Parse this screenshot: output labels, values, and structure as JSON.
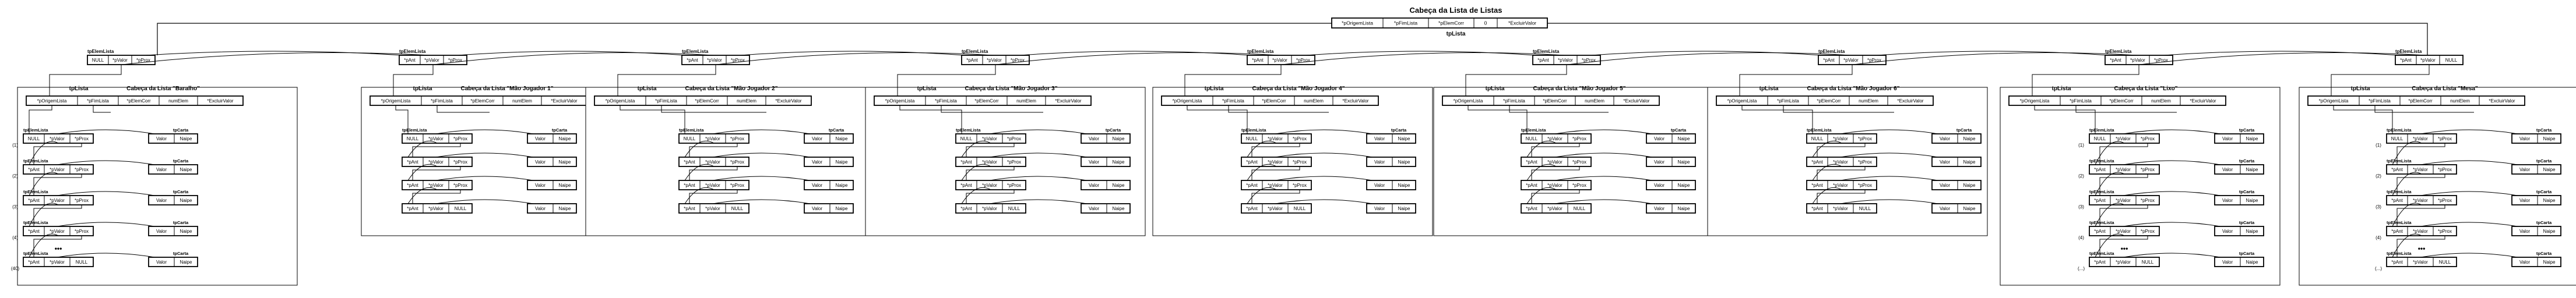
{
  "head": {
    "title": "Cabeça da Lista de Listas",
    "fields": [
      "*pOrigemLista",
      "*pFimLista",
      "*pElemCorr",
      "0",
      "*ExcluirValor"
    ],
    "type_label": "tpLista"
  },
  "labels": {
    "tpElemLista": "tpElemLista",
    "tpLista": "tpLista",
    "tpCarta": "tpCarta",
    "ellipsis": "•••"
  },
  "top_elem_fields": {
    "first": [
      "NULL",
      "*pValor",
      "*pProx"
    ],
    "middle": [
      "*pAnt",
      "*pValor",
      "*pProx"
    ],
    "last": [
      "*pAnt",
      "*pValor",
      "NULL"
    ]
  },
  "list_head_fields": [
    "*pOrigemLista",
    "*pFimLista",
    "*pElemCorr",
    "numElem",
    "*ExcluirValor"
  ],
  "card_fields": [
    "Valor",
    "Naipe"
  ],
  "lists": [
    {
      "title": "Cabeça da Lista \"Baralho\"",
      "row_indices": [
        "(1)",
        "(2)",
        "(3)",
        "(4)",
        "(40)"
      ]
    },
    {
      "title": "Cabeça da Lista \"Mão Jogador 1\"",
      "row_indices": []
    },
    {
      "title": "Cabeça da Lista \"Mão Jogador 2\"",
      "row_indices": []
    },
    {
      "title": "Cabeça da Lista \"Mão Jogador 3\"",
      "row_indices": []
    },
    {
      "title": "Cabeça da Lista \"Mão Jogador 4\"",
      "row_indices": []
    },
    {
      "title": "Cabeça da Lista \"Mão Jogador 5\"",
      "row_indices": []
    },
    {
      "title": "Cabeça da Lista \"Mão Jogador 6\"",
      "row_indices": []
    },
    {
      "title": "Cabeça da Lista \"Lixo\"",
      "row_indices": [
        "(1)",
        "(2)",
        "(3)",
        "(4)",
        "(...)"
      ]
    },
    {
      "title": "Cabeça da Lista \"Mesa\"",
      "row_indices": [
        "(1)",
        "(2)",
        "(3)",
        "(4)",
        "(...)"
      ]
    }
  ]
}
